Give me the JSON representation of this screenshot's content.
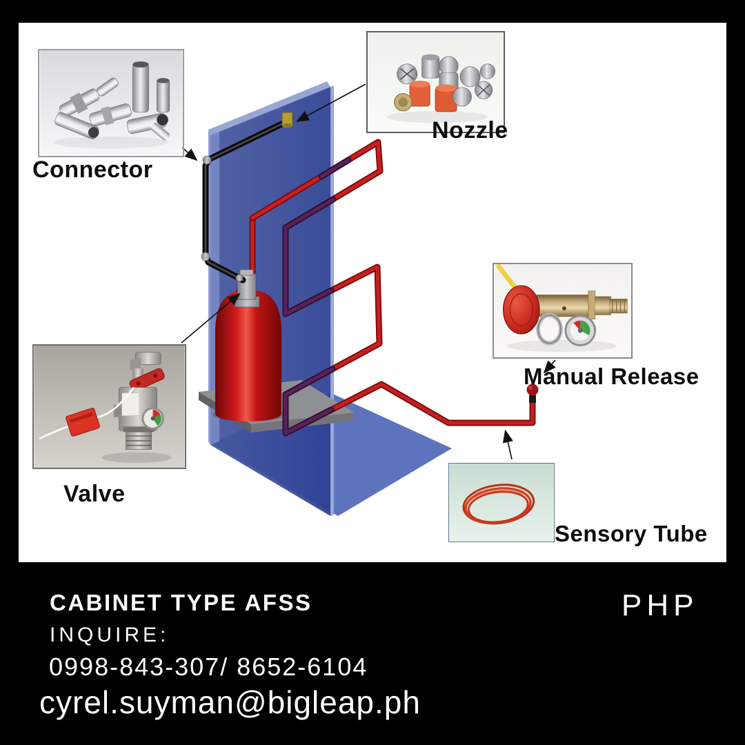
{
  "poster": {
    "frame_color": "#000000",
    "canvas_color": "#ffffff"
  },
  "diagram": {
    "labels": {
      "connector": "Connector",
      "nozzle": "Nozzle",
      "valve": "Valve",
      "manual_release": "Manual Release",
      "sensory_tube": "Sensory Tube"
    },
    "colors": {
      "wall_blue": "#34499e",
      "floor_blue": "#5d73bd",
      "tank_red": "#c41616",
      "tube_red": "#c22020",
      "tube_behind_glass": "#5a2158",
      "detection_tube_black": "#0c0c0c"
    }
  },
  "footer": {
    "title": "CABINET TYPE AFSS",
    "currency": "PHP",
    "inquire_label": "INQUIRE:",
    "phone": "0998-843-307/ 8652-6104",
    "email": "cyrel.suyman@bigleap.ph"
  }
}
